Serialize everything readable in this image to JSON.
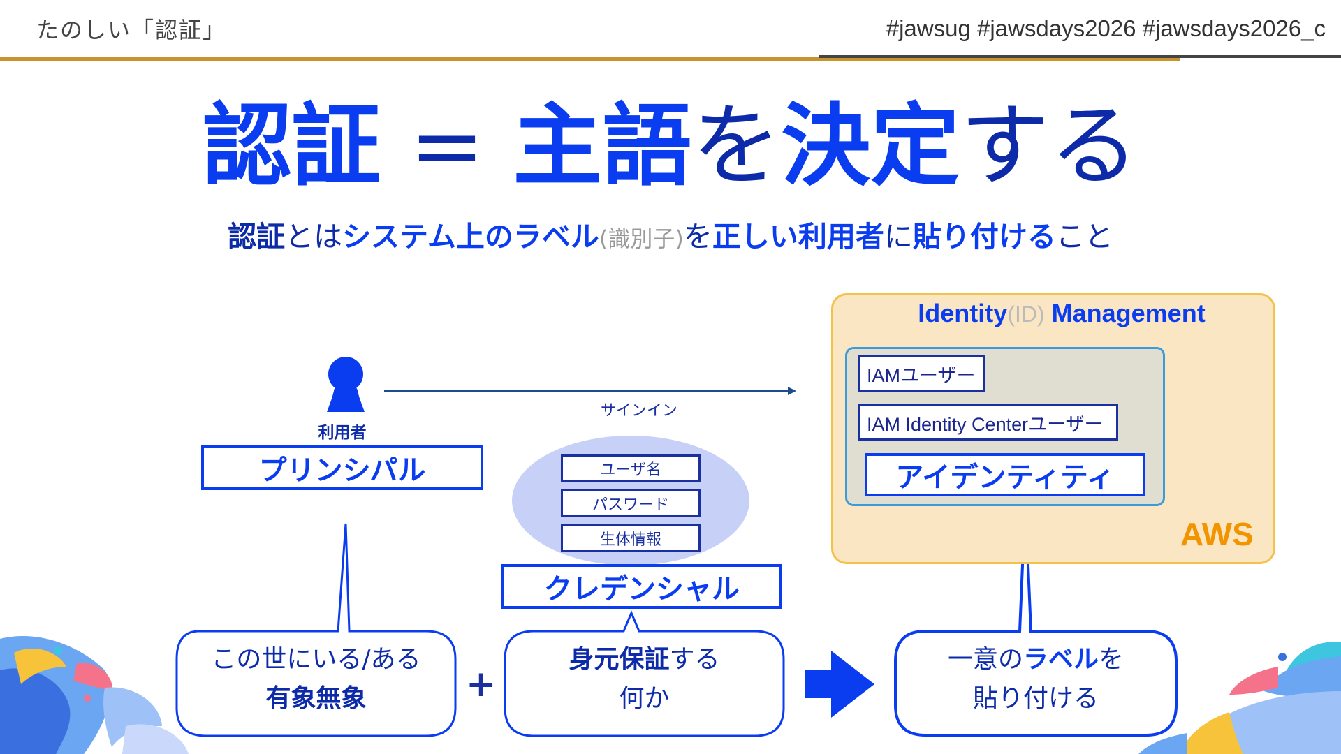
{
  "header": {
    "title": "たのしい「認証」",
    "hashtags": "#jawsug #jawsdays2026 #jawsdays2026_c",
    "rule_color": "#c8922e"
  },
  "title": {
    "part1": "認証",
    "equals": " = ",
    "part2": "主語",
    "part3": "を",
    "part4": "決定",
    "part5": "する"
  },
  "subtitle": {
    "s1": "認証",
    "s2": "とは",
    "s3": "システム上のラベル",
    "s4": "(識別子)",
    "s5": "を",
    "s6": "正しい利用者",
    "s7": "に",
    "s8": "貼り付ける",
    "s9": "こと"
  },
  "diagram": {
    "user_label": "利用者",
    "principal": "プリンシパル",
    "signin": "サインイン",
    "credential_items": [
      "ユーザ名",
      "パスワード",
      "生体情報"
    ],
    "credential": "クレデンシャル",
    "identity_management": {
      "title1": "Identity",
      "title2": "(ID)",
      "title3": "Management"
    },
    "iam_user": "IAMユーザー",
    "iam_identity_center_user": "IAM Identity Centerユーザー",
    "identity": "アイデンティティ",
    "aws": "AWS",
    "colors": {
      "accent": "#0a3cf0",
      "dark_blue": "#0d2ba8",
      "aws_orange": "#f29400",
      "aws_panel": "#fbe6c4",
      "aws_border": "#f2c24a"
    }
  },
  "bubbles": {
    "left_line1": "この世にいる/ある",
    "left_line2": "有象無象",
    "plus": "+",
    "middle_line1_bold": "身元保証",
    "middle_line1_rest": "する",
    "middle_line2": "何か",
    "right_line1_a": "一意の",
    "right_line1_b": "ラベル",
    "right_line1_c": "を",
    "right_line2": "貼り付ける"
  }
}
